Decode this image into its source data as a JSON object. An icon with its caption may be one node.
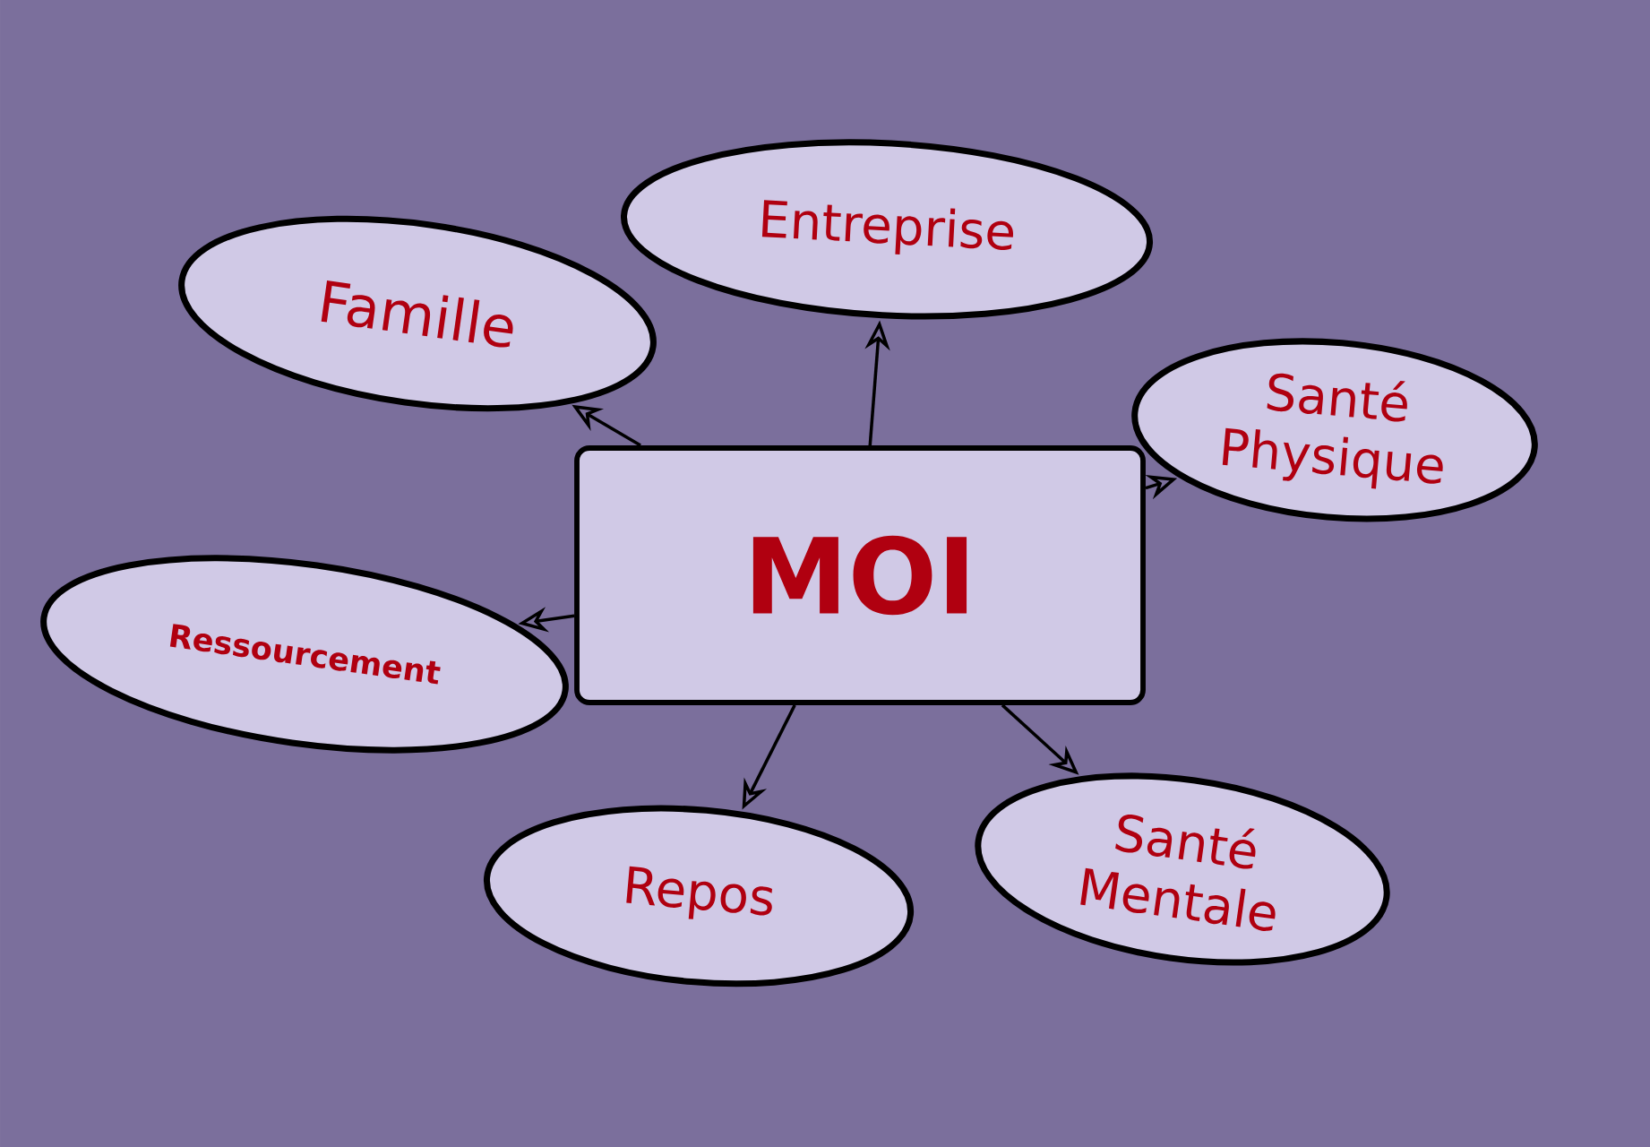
{
  "diagram": {
    "nodes": [
      {
        "text": [
          "MOI"
        ]
      },
      {
        "text": [
          "Famille"
        ]
      },
      {
        "text": [
          "Entreprise"
        ]
      },
      {
        "text": [
          "Santé Physique"
        ]
      },
      {
        "text": [
          "Ressourcement"
        ]
      },
      {
        "text": [
          "Repos"
        ]
      },
      {
        "text": [
          "Santé Mentale"
        ]
      }
    ],
    "edges": [
      {
        "from": 0,
        "to": 1,
        "arrow": "to"
      },
      {
        "from": 0,
        "to": 2,
        "arrow": "to"
      },
      {
        "from": 0,
        "to": 3,
        "arrow": "to"
      },
      {
        "from": 0,
        "to": 4,
        "arrow": "to"
      },
      {
        "from": 0,
        "to": 5,
        "arrow": "to"
      },
      {
        "from": 0,
        "to": 6,
        "arrow": "to"
      }
    ]
  }
}
